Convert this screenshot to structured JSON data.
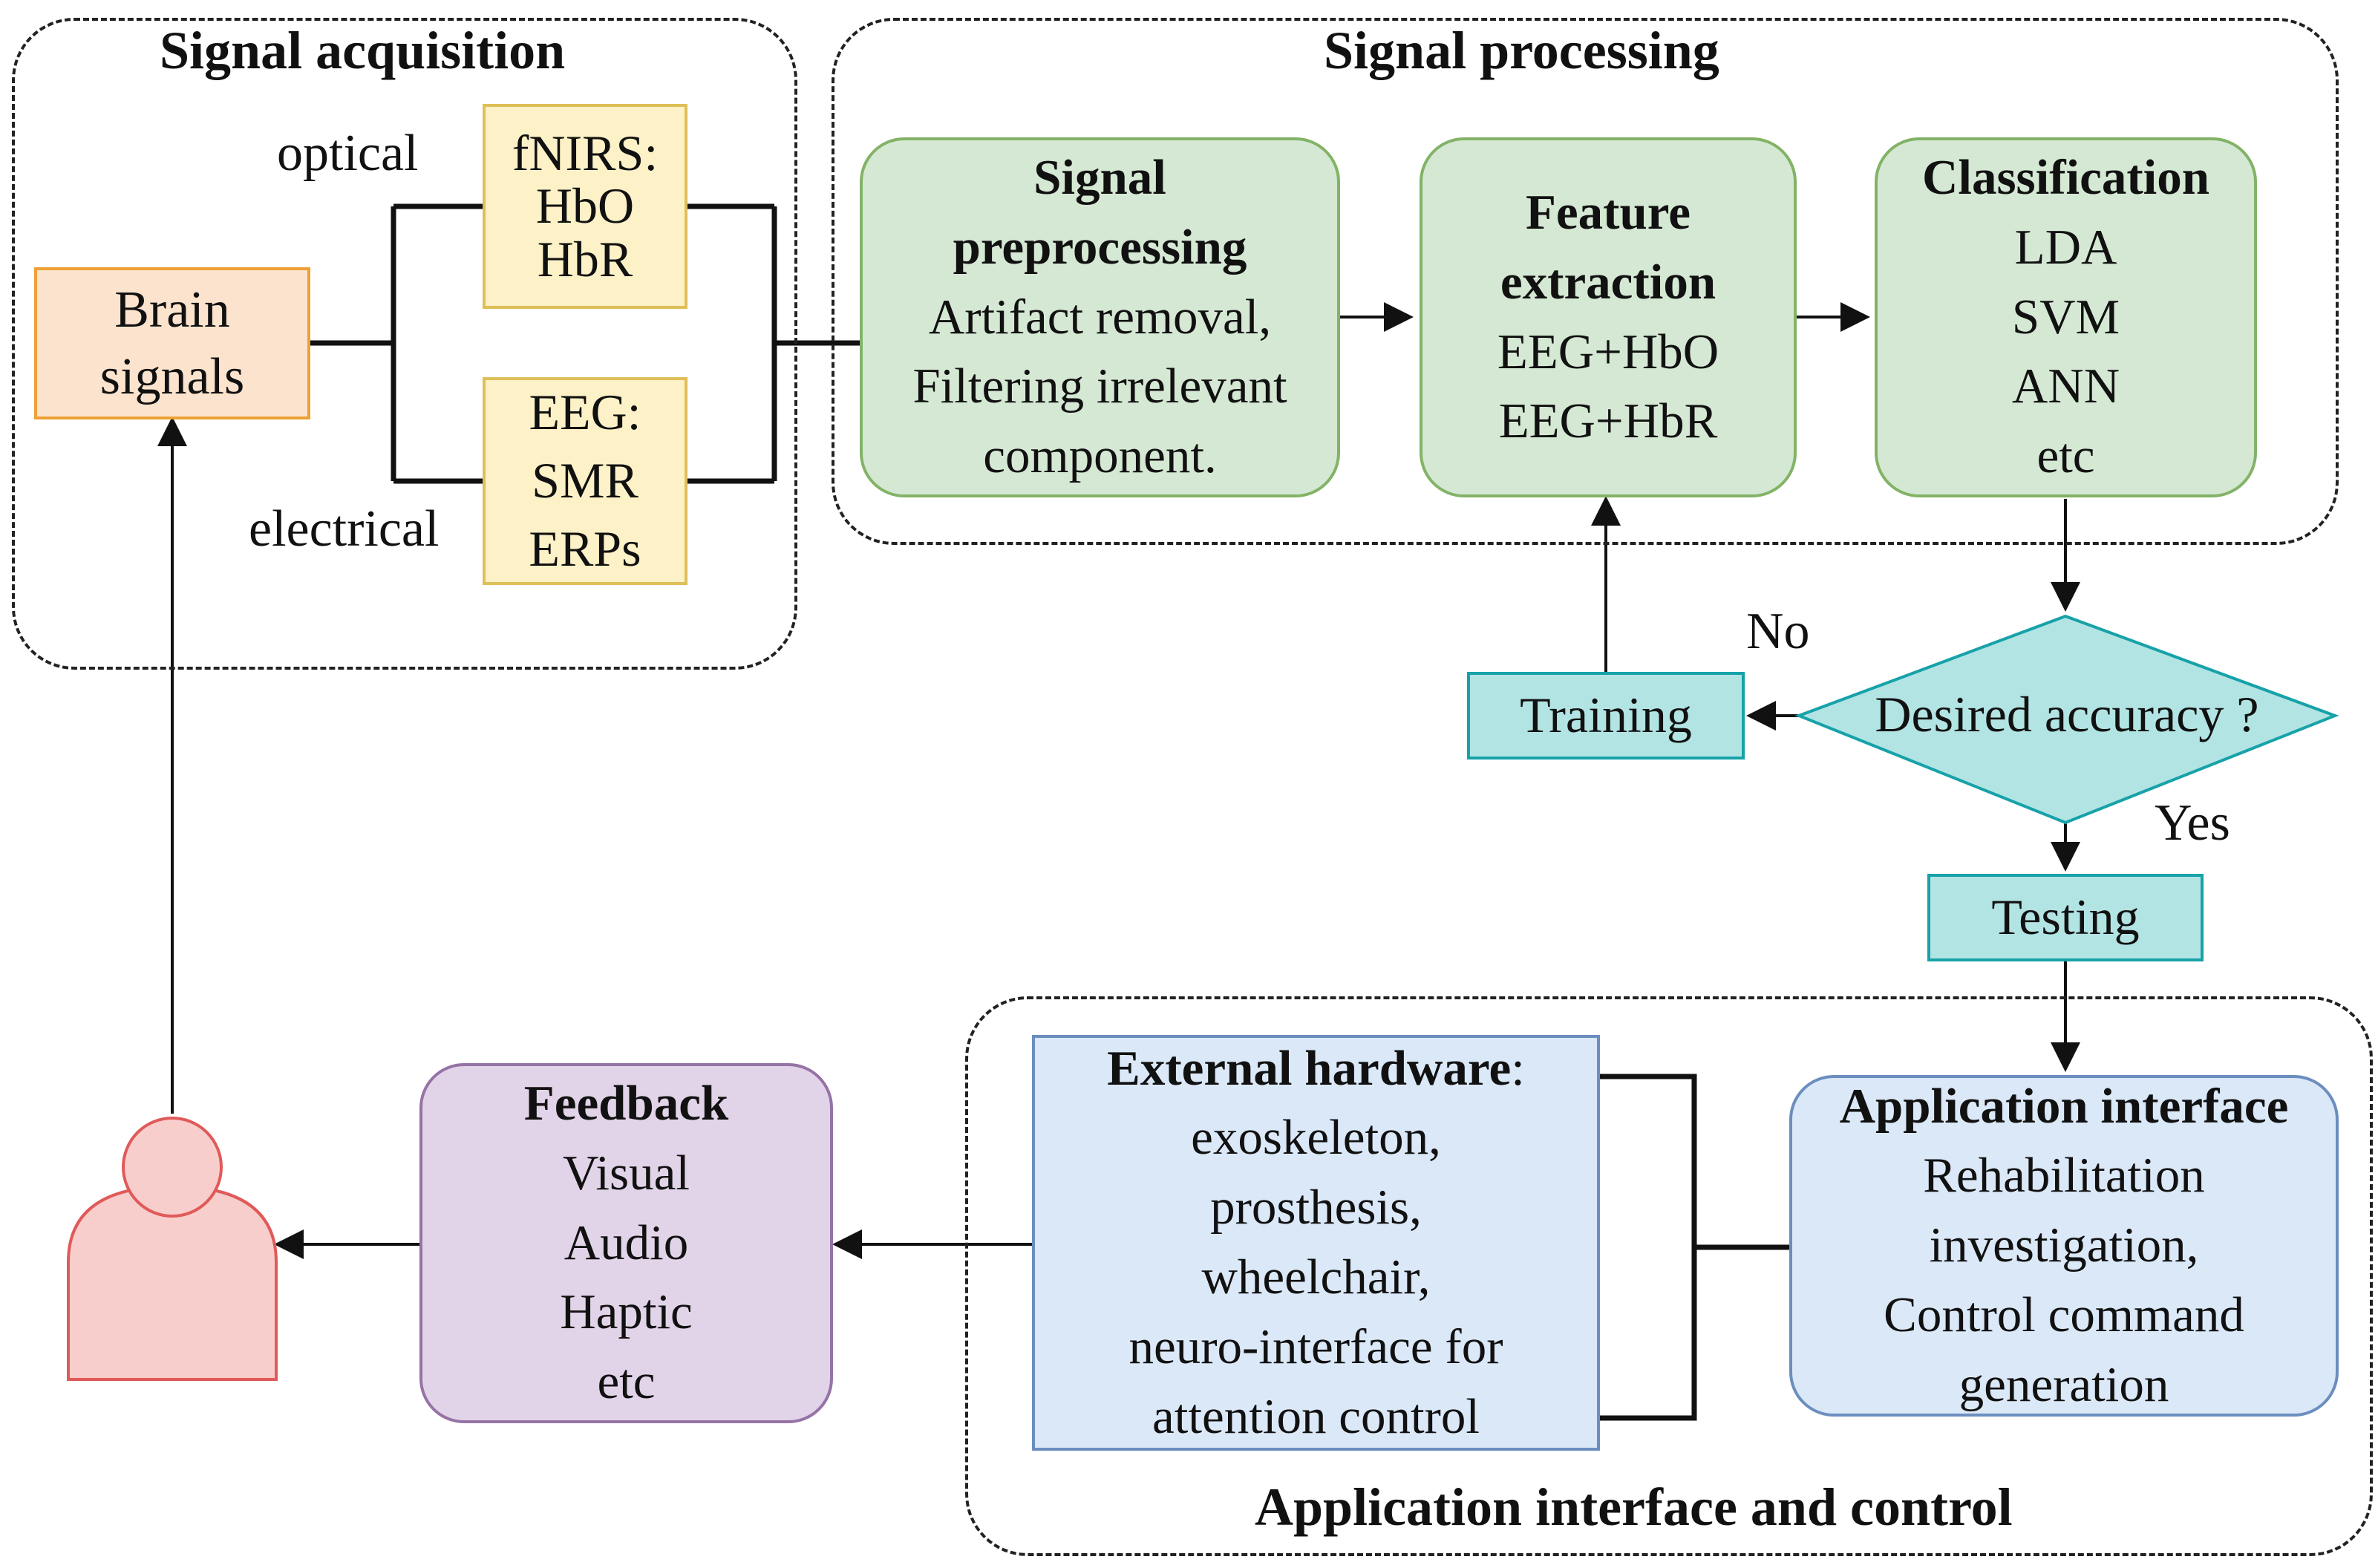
{
  "groups": {
    "acquisition": "Signal acquisition",
    "processing": "Signal processing",
    "application": "Application interface and control"
  },
  "nodes": {
    "brain_signals": [
      "Brain",
      "signals"
    ],
    "fnirs": [
      "fNIRS:",
      "HbO",
      "HbR"
    ],
    "eeg": [
      "EEG:",
      "SMR",
      "ERPs"
    ],
    "preprocessing": {
      "title": [
        "Signal",
        "preprocessing"
      ],
      "lines": [
        "Artifact removal,",
        "Filtering irrelevant",
        "component."
      ]
    },
    "feature_extraction": {
      "title": [
        "Feature",
        "extraction"
      ],
      "lines": [
        "EEG+HbO",
        "EEG+HbR"
      ]
    },
    "classification": {
      "title": "Classification",
      "lines": [
        "LDA",
        "SVM",
        "ANN",
        "etc"
      ]
    },
    "decision": "Desired accuracy ?",
    "training": "Training",
    "testing": "Testing",
    "app_interface": {
      "title": "Application interface",
      "lines": [
        "Rehabilitation",
        "investigation,",
        "Control command",
        "generation"
      ]
    },
    "external_hardware": {
      "title": "External hardware",
      "title_suffix": ":",
      "lines": [
        "exoskeleton,",
        "prosthesis,",
        "wheelchair,",
        "neuro-interface for",
        "attention control"
      ]
    },
    "feedback": {
      "title": "Feedback",
      "lines": [
        "Visual",
        "Audio",
        "Haptic",
        "etc"
      ]
    }
  },
  "edge_labels": {
    "optical": "optical",
    "electrical": "electrical",
    "no": "No",
    "yes": "Yes"
  },
  "icons": {
    "user": "person-icon"
  },
  "colors": {
    "orange_fill": "#fbe3cd",
    "yellow_fill": "#fdf1c7",
    "green_fill": "#d5e8d4",
    "cyan_fill": "#b3e4e4",
    "blue_fill": "#dbe8f8",
    "purple_fill": "#e2d4e8",
    "person_fill": "#f8cecc",
    "person_stroke": "#e05a5a"
  }
}
